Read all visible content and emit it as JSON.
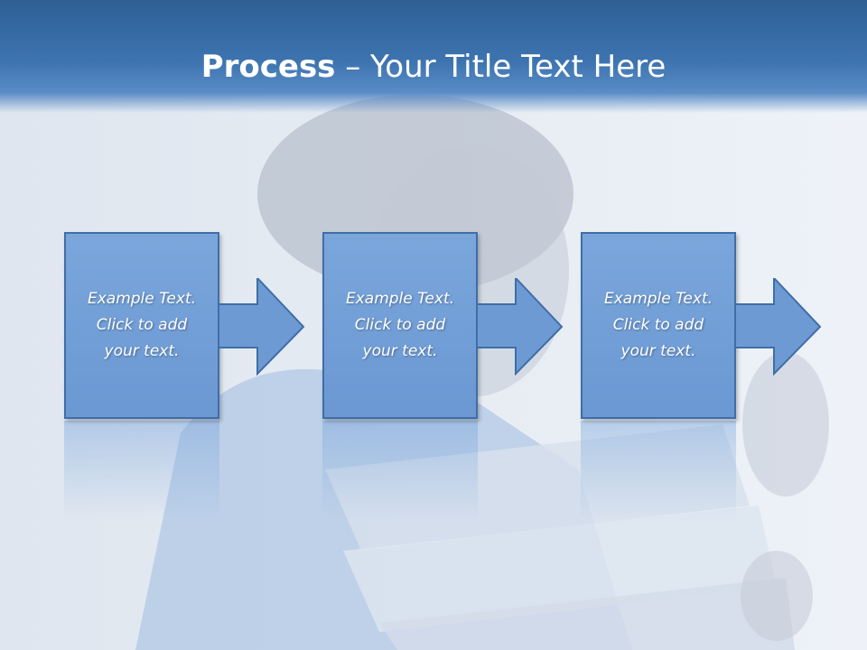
{
  "slide": {
    "title_bold": "Process",
    "title_rest": " – Your Title Text Here"
  },
  "steps": [
    {
      "text": "Example Text.\nClick  to add\nyour text."
    },
    {
      "text": "Example Text.\nClick  to add\nyour text."
    },
    {
      "text": "Example Text.\nClick  to add\nyour text."
    }
  ],
  "colors": {
    "header": "#3d74b0",
    "box_fill": "#7aa6dc",
    "box_border": "#3f6ea7",
    "background": "#e9eef6"
  }
}
